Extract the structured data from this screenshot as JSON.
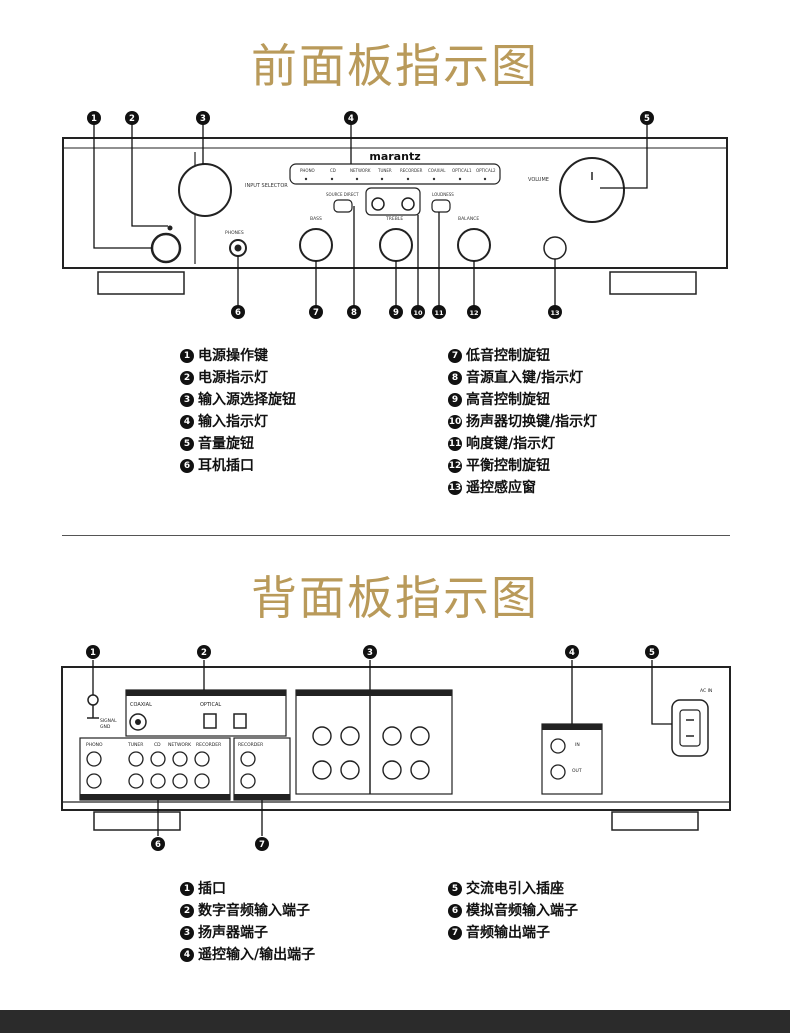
{
  "front": {
    "title": "前面板指示图",
    "brand": "marantz",
    "callouts": [
      "1",
      "2",
      "3",
      "4",
      "5",
      "6",
      "7",
      "8",
      "9",
      "10",
      "11",
      "12",
      "13"
    ],
    "legend_left": [
      {
        "num": "1",
        "text": "电源操作键"
      },
      {
        "num": "2",
        "text": "电源指示灯"
      },
      {
        "num": "3",
        "text": "输入源选择旋钮"
      },
      {
        "num": "4",
        "text": "输入指示灯"
      },
      {
        "num": "5",
        "text": "音量旋钮"
      },
      {
        "num": "6",
        "text": "耳机插口"
      }
    ],
    "legend_right": [
      {
        "num": "7",
        "text": "低音控制旋钮"
      },
      {
        "num": "8",
        "text": "音源直入键/指示灯"
      },
      {
        "num": "9",
        "text": "高音控制旋钮"
      },
      {
        "num": "10",
        "text": "扬声器切换键/指示灯"
      },
      {
        "num": "11",
        "text": "响度键/指示灯"
      },
      {
        "num": "12",
        "text": "平衡控制旋钮"
      },
      {
        "num": "13",
        "text": "遥控感应窗"
      }
    ]
  },
  "rear": {
    "title": "背面板指示图",
    "callouts": [
      "1",
      "2",
      "3",
      "4",
      "5",
      "6",
      "7"
    ],
    "legend_left": [
      {
        "num": "1",
        "text": "插口"
      },
      {
        "num": "2",
        "text": "数字音频输入端子"
      },
      {
        "num": "3",
        "text": "扬声器端子"
      },
      {
        "num": "4",
        "text": "遥控输入/输出端子"
      }
    ],
    "legend_right": [
      {
        "num": "5",
        "text": "交流电引入插座"
      },
      {
        "num": "6",
        "text": "模拟音频输入端子"
      },
      {
        "num": "7",
        "text": "音频输出端子"
      }
    ]
  }
}
